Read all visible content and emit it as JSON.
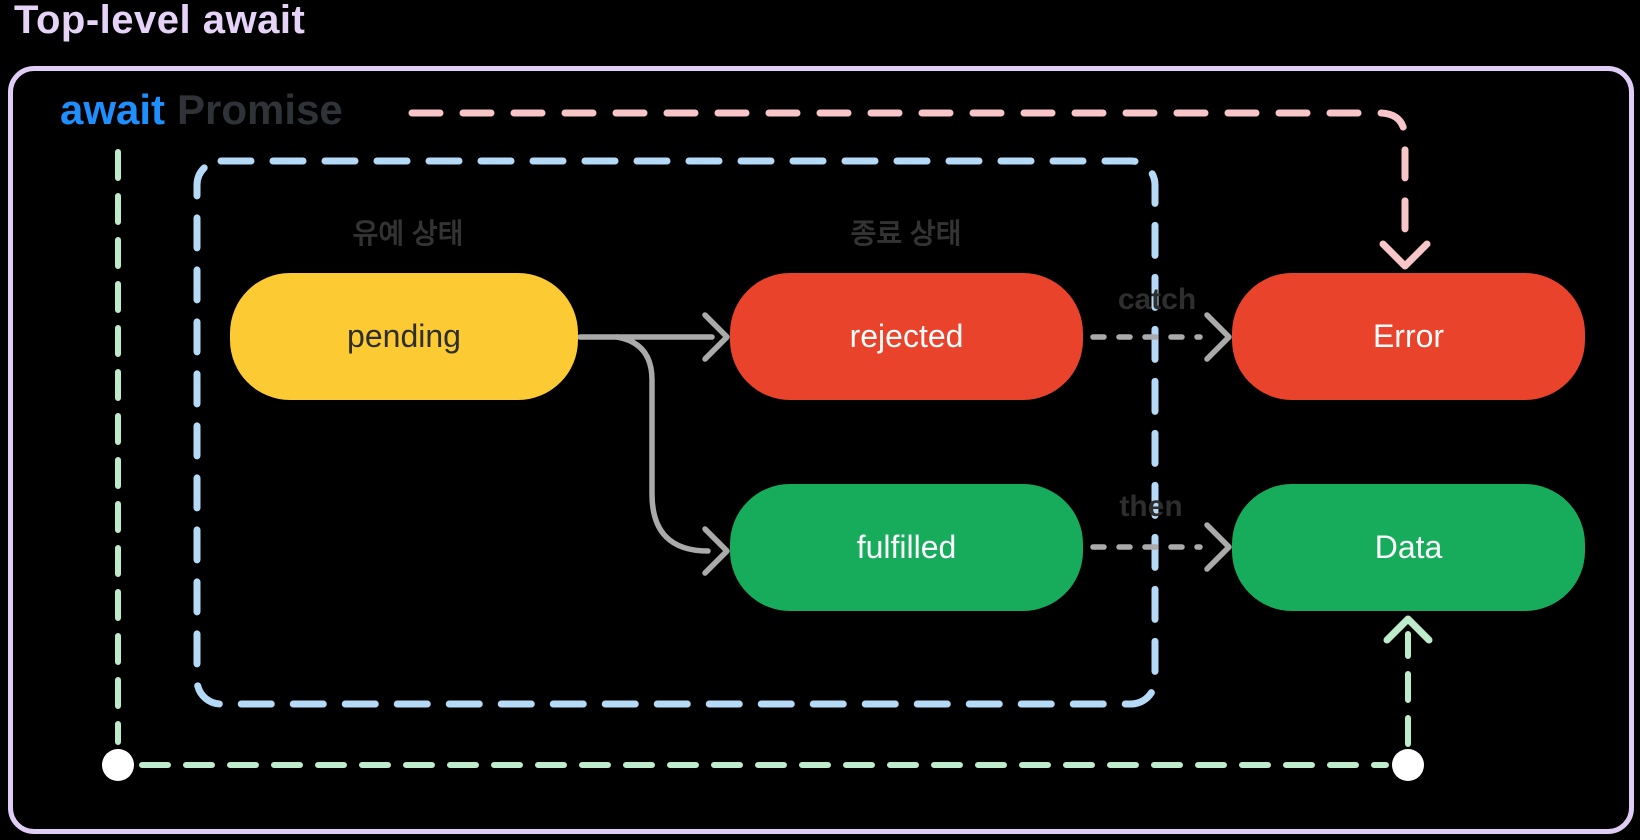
{
  "page": {
    "title": "Top-level await"
  },
  "diagram": {
    "header": {
      "keyword": "await",
      "subject": "Promise"
    },
    "promise_box": {
      "pending_group_label": "유예 상태",
      "settled_group_label": "종료 상태"
    },
    "nodes": {
      "pending": "pending",
      "rejected": "rejected",
      "fulfilled": "fulfilled",
      "error": "Error",
      "data": "Data"
    },
    "edge_labels": {
      "catch": "catch",
      "then": "then"
    },
    "colors": {
      "background": "#000000",
      "title_text": "#E6D3F8",
      "outer_border": "#E0CDF6",
      "keyword_blue": "#1F8FFE",
      "promise_text": "#2F3338",
      "group_label_text": "#333333",
      "edge_label_text": "#2E2E2E",
      "inner_box_dash": "#B5DAF7",
      "pending_fill": "#FCCB33",
      "pending_text": "#2E2E2E",
      "rejected_fill": "#E9432B",
      "fulfilled_fill": "#17AC5C",
      "node_text": "#FCFCFC",
      "solid_arrow_gray": "#AAAAAA",
      "error_path_pink": "#F8C5C8",
      "resume_path_green": "#BDEBCB",
      "junction_dot": "#FFFFFF"
    }
  }
}
